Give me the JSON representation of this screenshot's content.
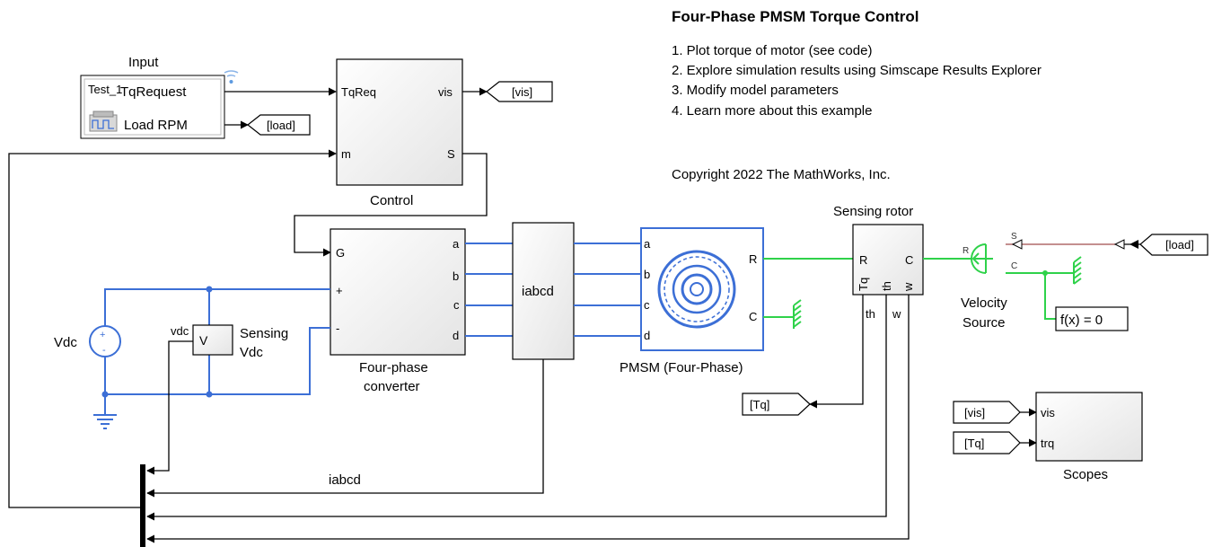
{
  "title": "Four-Phase PMSM Torque Control",
  "links": [
    "1. Plot torque of motor (see code)",
    "2. Explore simulation results using Simscape Results Explorer",
    "3. Modify model parameters",
    "4. Learn more about this example"
  ],
  "copyright": "Copyright 2022 The MathWorks, Inc.",
  "blocks": {
    "input": {
      "label": "Input",
      "sig1": "Test_1",
      "sig1_name": "TqRequest",
      "sig2": "Load RPM"
    },
    "control": {
      "label": "Control",
      "in1": "TqReq",
      "in2": "m",
      "out1": "vis",
      "out2": "S"
    },
    "converter": {
      "label1": "Four-phase",
      "label2": "converter",
      "g": "G",
      "plus": "+",
      "minus": "-",
      "a": "a",
      "b": "b",
      "c": "c",
      "d": "d"
    },
    "iabcd_block": {
      "label": "iabcd"
    },
    "pmsm": {
      "label": "PMSM (Four-Phase)",
      "a": "a",
      "b": "b",
      "c": "c",
      "d": "d",
      "r": "R",
      "cport": "C"
    },
    "sensing_rotor": {
      "label": "Sensing rotor",
      "r": "R",
      "c": "C",
      "tq": "Tq",
      "th": "th",
      "w": "w",
      "out_th": "th",
      "out_w": "w"
    },
    "velocity_source": {
      "label1": "Velocity",
      "label2": "Source",
      "r": "R",
      "s": "S",
      "c": "C"
    },
    "solver": {
      "label": "f(x) = 0"
    },
    "vdc": {
      "label": "Vdc",
      "plus": "+",
      "minus": "-"
    },
    "sensing_vdc": {
      "label1": "Sensing",
      "label2": "Vdc",
      "signal": "vdc",
      "glyph": "V"
    },
    "scopes": {
      "label": "Scopes",
      "in1": "vis",
      "in2": "trq"
    }
  },
  "tags": {
    "vis_goto": "[vis]",
    "load_goto": "[load]",
    "load_from": "[load]",
    "tq_goto": "[Tq]",
    "vis_from": "[vis]",
    "tq_from": "[Tq]"
  },
  "signals": {
    "iabcd": "iabcd"
  },
  "colors": {
    "electrical": "#3c6fd6",
    "mechanical": "#2fd24a",
    "signal": "#000000",
    "ps_signal": "#b06a6a"
  }
}
